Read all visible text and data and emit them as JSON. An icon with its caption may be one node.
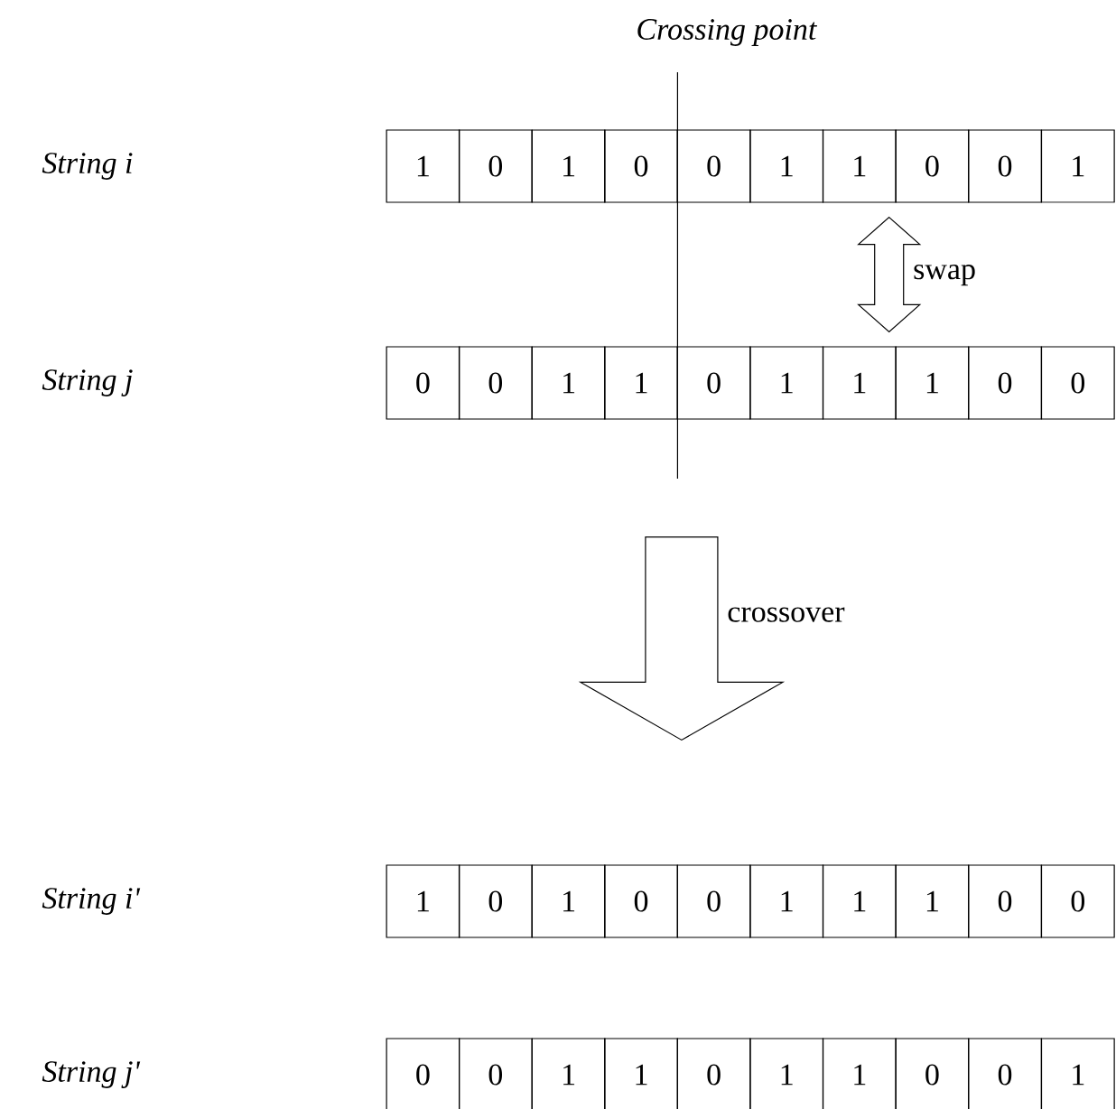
{
  "diagram": {
    "nodes": [
      {
        "text": [
          "1"
        ]
      },
      {
        "text": [
          "0"
        ]
      },
      {
        "text": [
          "1"
        ]
      },
      {
        "text": [
          "0"
        ]
      },
      {
        "text": [
          "0"
        ]
      },
      {
        "text": [
          "1"
        ]
      },
      {
        "text": [
          "1"
        ]
      },
      {
        "text": [
          "0"
        ]
      },
      {
        "text": [
          "0"
        ]
      },
      {
        "text": [
          "1"
        ]
      },
      {
        "text": [
          "0"
        ]
      },
      {
        "text": [
          "0"
        ]
      },
      {
        "text": [
          "1"
        ]
      },
      {
        "text": [
          "1"
        ]
      },
      {
        "text": [
          "0"
        ]
      },
      {
        "text": [
          "1"
        ]
      },
      {
        "text": [
          "1"
        ]
      },
      {
        "text": [
          "1"
        ]
      },
      {
        "text": [
          "0"
        ]
      },
      {
        "text": [
          "0"
        ]
      },
      {
        "text": [
          "1"
        ]
      },
      {
        "text": [
          "0"
        ]
      },
      {
        "text": [
          "1"
        ]
      },
      {
        "text": [
          "0"
        ]
      },
      {
        "text": [
          "0"
        ]
      },
      {
        "text": [
          "1"
        ]
      },
      {
        "text": [
          "1"
        ]
      },
      {
        "text": [
          "1"
        ]
      },
      {
        "text": [
          "0"
        ]
      },
      {
        "text": [
          "0"
        ]
      },
      {
        "text": [
          "0"
        ]
      },
      {
        "text": [
          "0"
        ]
      },
      {
        "text": [
          "1"
        ]
      },
      {
        "text": [
          "1"
        ]
      },
      {
        "text": [
          "0"
        ]
      },
      {
        "text": [
          "1"
        ]
      },
      {
        "text": [
          "1"
        ]
      },
      {
        "text": [
          "0"
        ]
      },
      {
        "text": [
          "0"
        ]
      },
      {
        "text": [
          "1"
        ]
      }
    ],
    "edges": [
      {
        "from": 6,
        "to": 16,
        "arrow": "both",
        "label": "swap"
      },
      {
        "from": 13,
        "to": 23,
        "arrow": "to",
        "label": "crossover"
      }
    ],
    "labels": [
      "Crossing point",
      "String i",
      "String j",
      "String i'",
      "String j'"
    ]
  }
}
